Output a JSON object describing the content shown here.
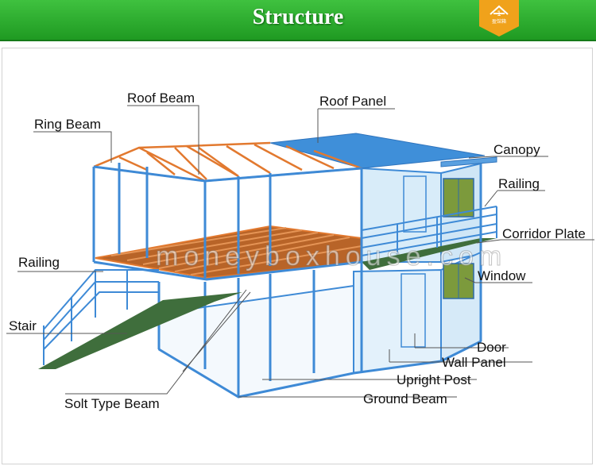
{
  "header": {
    "title": "Structure"
  },
  "logo": {
    "text": "盈馆箱"
  },
  "watermark": "moneyboxhouse.com",
  "labels": {
    "roof_beam": "Roof Beam",
    "ring_beam": "Ring Beam",
    "roof_panel": "Roof Panel",
    "canopy": "Canopy",
    "railing_right": "Railing",
    "corridor_plate": "Corridor Plate",
    "railing_left": "Railing",
    "window": "Window",
    "stair": "Stair",
    "door": "Door",
    "wall_panel": "Wall Panel",
    "upright_post": "Upright Post",
    "solt_type_beam": "Solt Type Beam",
    "ground_beam": "Ground Beam"
  },
  "colors": {
    "header_green": "#2aad2c",
    "frame_blue": "#3e8ad6",
    "truss_orange": "#e2792f",
    "roof_blue": "#3f8fd9",
    "wall_light": "#dbeefa",
    "stair_green": "#3f6e3c",
    "window_green": "#7c9a3c"
  }
}
